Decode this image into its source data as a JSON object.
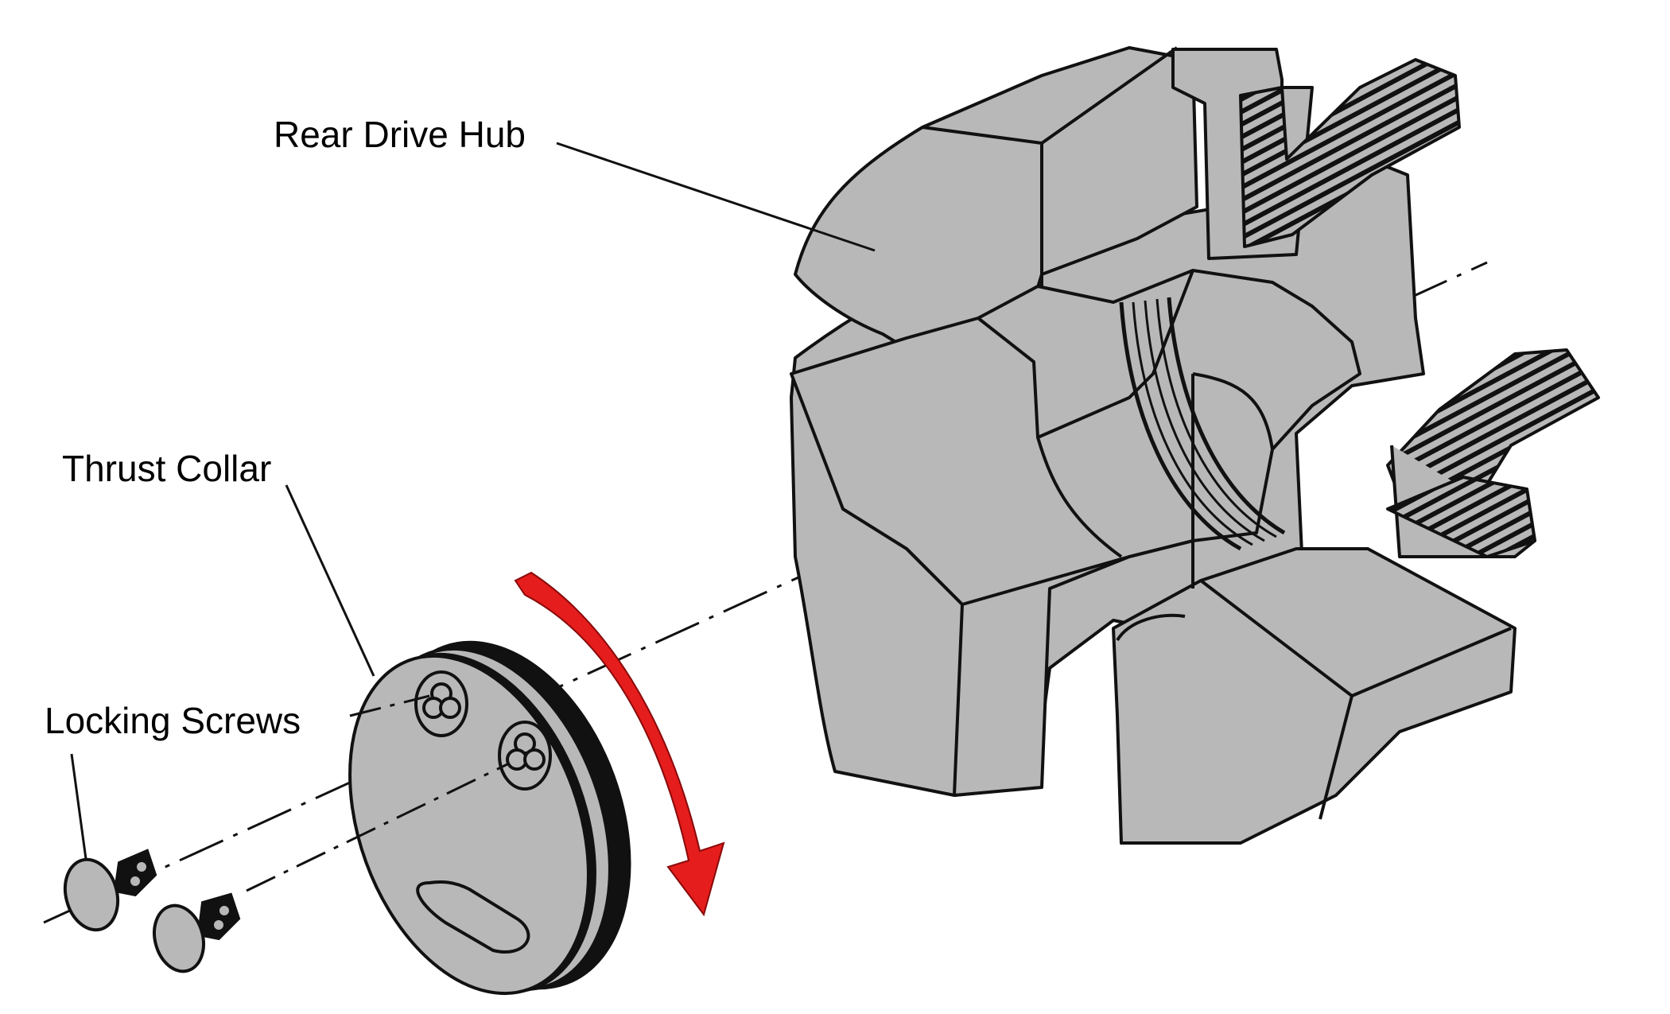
{
  "labels": {
    "rear_drive_hub": "Rear Drive Hub",
    "thrust_collar": "Thrust Collar",
    "locking_screws": "Locking Screws"
  },
  "colors": {
    "part_fill": "#b8b8b8",
    "outline": "#111111",
    "rotation_arrow": "#e51d1d",
    "background": "#ffffff"
  },
  "icons": {
    "rotation_indicator": "curved-arrow-clockwise"
  }
}
